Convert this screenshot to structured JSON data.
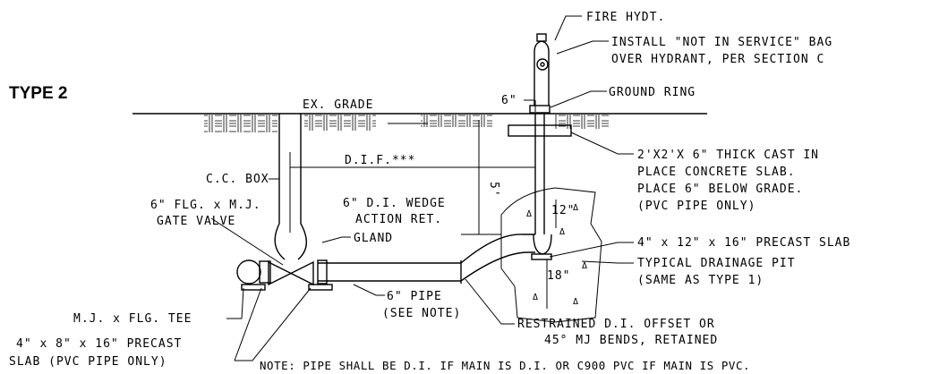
{
  "title": "TYPE 2",
  "labels": {
    "fire_hydrant": "FIRE HYDT.",
    "bag_note_1": "INSTALL \"NOT IN SERVICE\" BAG",
    "bag_note_2": "OVER HYDRANT, PER SECTION C",
    "ground_ring": "GROUND RING",
    "ex_grade": "EX. GRADE",
    "six_inch": "6\"",
    "dif": "D.I.F.***",
    "five_ft": "5'",
    "twelve_in": "12\"",
    "eighteen_in": "18\"",
    "cc_box": "C.C. BOX",
    "gate_valve_1": "6\" FLG. x M.J.",
    "gate_valve_2": "GATE VALVE",
    "wedge_1": "6\" D.I. WEDGE",
    "wedge_2": "ACTION RET.",
    "gland": "GLAND",
    "slab_note_1": "2'X2'X 6\" THICK CAST IN",
    "slab_note_2": "PLACE CONCRETE SLAB.",
    "slab_note_3": "PLACE 6\" BELOW GRADE.",
    "slab_note_4": "(PVC PIPE ONLY)",
    "precast_12_16": "4\" x 12\" x 16\" PRECAST SLAB",
    "drain_pit_1": "TYPICAL DRAINAGE PIT",
    "drain_pit_2": "(SAME AS TYPE 1)",
    "pipe_1": "6\" PIPE",
    "pipe_2": "(SEE NOTE)",
    "offset_1": "RESTRAINED D.I. OFFSET OR",
    "offset_2": "45° MJ BENDS, RETAINED",
    "tee": "M.J. x FLG. TEE",
    "precast_8_1": "4\" x 8\" x 16\" PRECAST",
    "precast_8_2": "SLAB (PVC PIPE ONLY)",
    "note": "NOTE: PIPE SHALL BE D.I. IF MAIN IS D.I. OR C900 PVC IF MAIN IS PVC."
  }
}
